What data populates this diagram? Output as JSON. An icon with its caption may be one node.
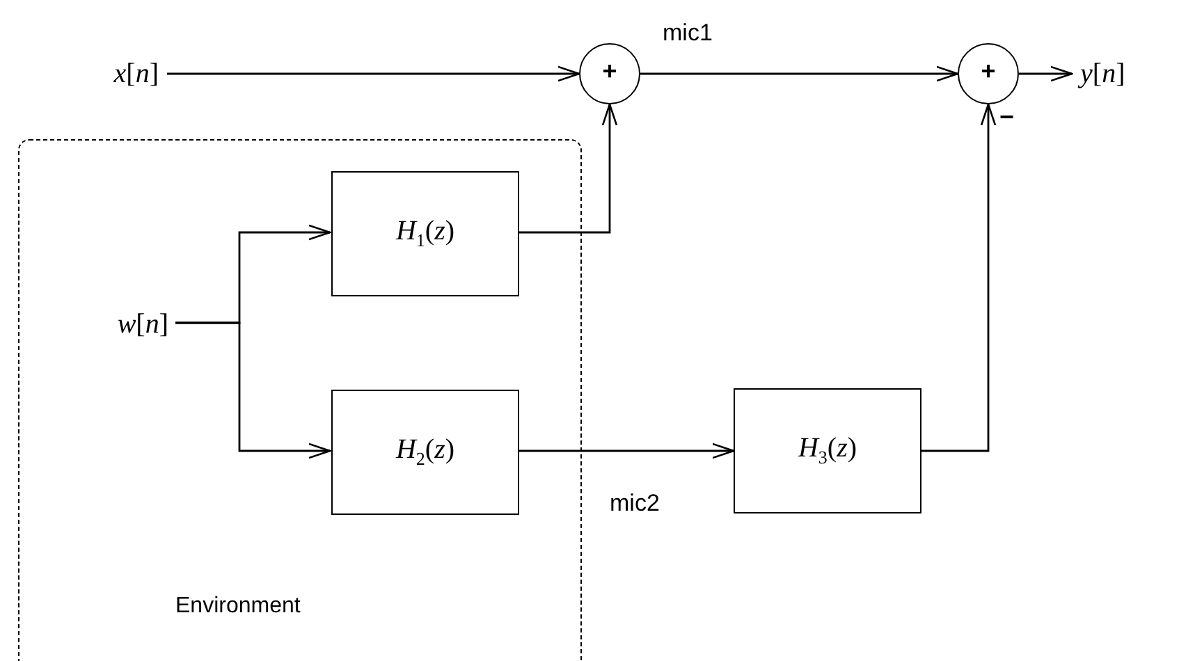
{
  "diagram": {
    "nodes": [
      {
        "text": [
          "*x*[*n*]"
        ]
      },
      {
        "text": [
          "+"
        ]
      },
      {
        "text": [
          "+"
        ],
        "beside": [
          "−"
        ]
      },
      {
        "text": [
          "*y*[*n*]"
        ]
      },
      {
        "text": [
          "Environment"
        ]
      },
      {
        "text": [
          "*w*[*n*]"
        ],
        "in": 4
      },
      {
        "text": [
          "*H*$_{1}$(*z*)"
        ],
        "in": 4
      },
      {
        "text": [
          "*H*$_{2}$(*z*)"
        ],
        "in": 4
      },
      {
        "text": [
          "*H*$_{3}$(*z*)"
        ]
      }
    ],
    "edges": [
      {
        "from": 0,
        "to": 1,
        "arrow": "to"
      },
      {
        "from": 1,
        "to": 2,
        "arrow": "to",
        "label": "mic1"
      },
      {
        "from": 2,
        "to": 3,
        "arrow": "to"
      },
      {
        "from": 6,
        "to": 1,
        "arrow": "to"
      },
      {
        "from": 5,
        "to": 6,
        "arrow": "to"
      },
      {
        "from": 5,
        "to": 7,
        "arrow": "to"
      },
      {
        "from": 7,
        "to": 8,
        "arrow": "to",
        "label": "mic2"
      },
      {
        "from": 8,
        "to": 2,
        "arrow": "to"
      }
    ]
  }
}
